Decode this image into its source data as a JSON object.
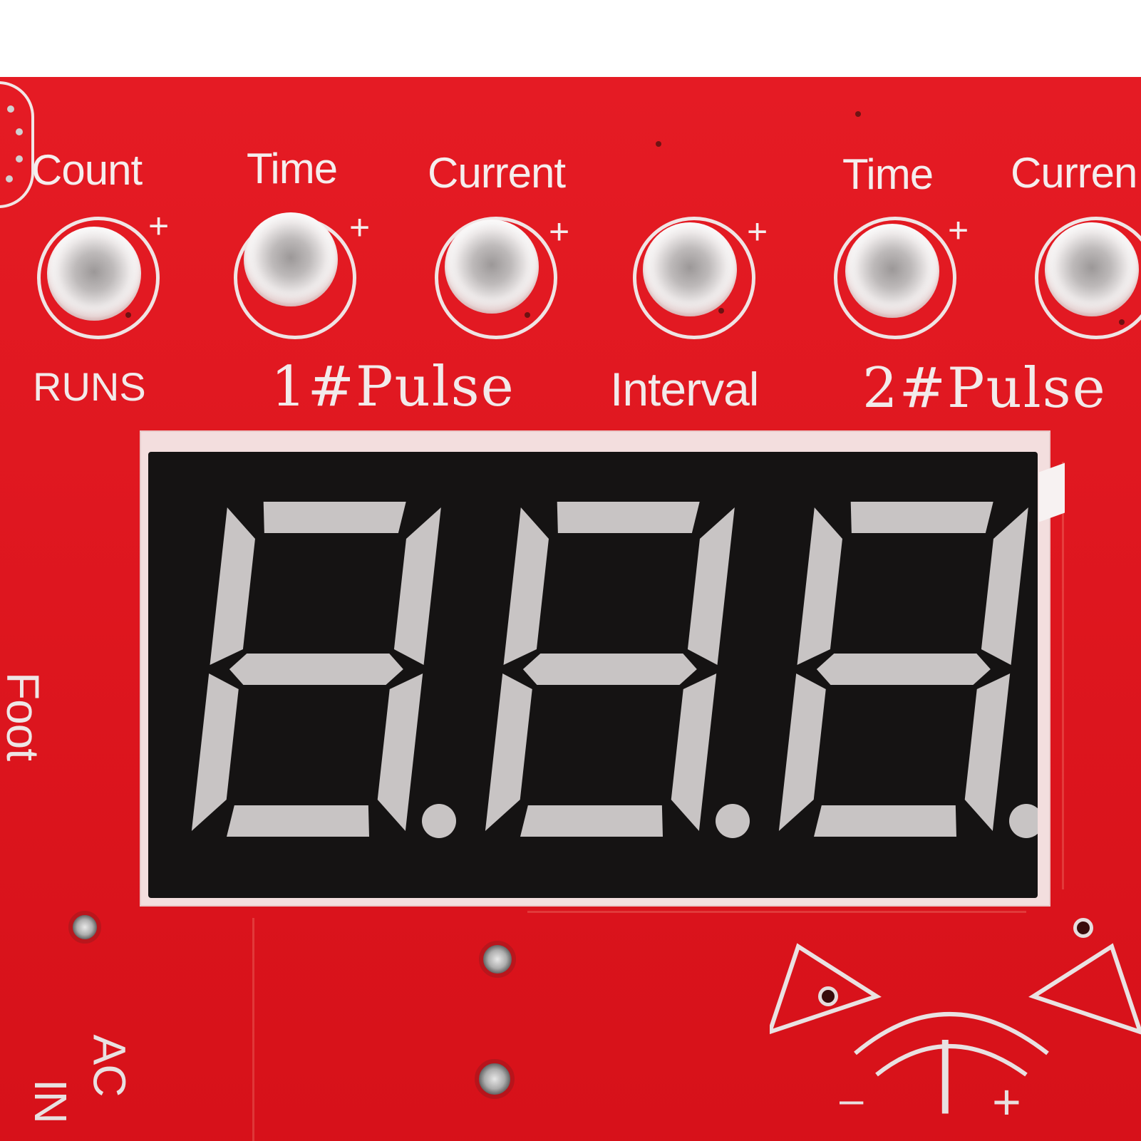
{
  "board": {
    "color": "#e4121b",
    "silkscreen_color": "#f6eeee"
  },
  "top_labels": {
    "count": "Count",
    "time1": "Time",
    "current1": "Current",
    "time2": "Time",
    "current2": "Curren"
  },
  "led_plus": [
    "+",
    "+",
    "+",
    "+",
    "+"
  ],
  "group_labels": {
    "runs": "RUNS",
    "pulse1": "1#Pulse",
    "interval": "Interval",
    "pulse2": "2#Pulse"
  },
  "side_labels": {
    "foot": "Foot",
    "ac": "AC",
    "in": "IN"
  },
  "display": {
    "digit_count": 3,
    "segment_color": "#c8c4c4",
    "background": "#151313"
  },
  "knob_marks": {
    "minus": "–",
    "tick": "|",
    "plus": "+"
  }
}
